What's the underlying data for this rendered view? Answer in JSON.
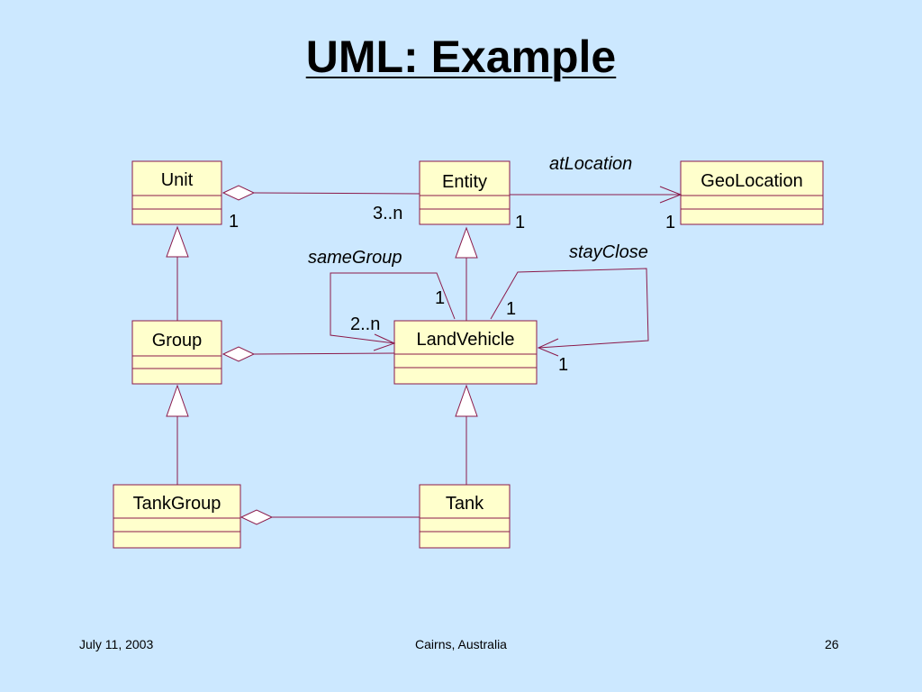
{
  "slide": {
    "title": "UML: Example",
    "footer": {
      "date": "July 11, 2003",
      "location": "Cairns, Australia",
      "page": "26"
    }
  },
  "classes": {
    "unit": "Unit",
    "entity": "Entity",
    "geolocation": "GeoLocation",
    "group": "Group",
    "landvehicle": "LandVehicle",
    "tankgroup": "TankGroup",
    "tank": "Tank"
  },
  "relations": {
    "unit_entity": {
      "mult_unit": "1",
      "mult_entity": "3..n"
    },
    "at_location": {
      "role": "atLocation",
      "mult_entity": "1",
      "mult_geo": "1"
    },
    "same_group": {
      "role": "sameGroup",
      "mult_source": "1",
      "mult_target": "2..n"
    },
    "stay_close": {
      "role": "stayClose",
      "mult_source": "1",
      "mult_target": "1"
    }
  },
  "colors": {
    "background": "#cce8ff",
    "box_fill": "#ffffcc",
    "line": "#8b1a4a"
  }
}
